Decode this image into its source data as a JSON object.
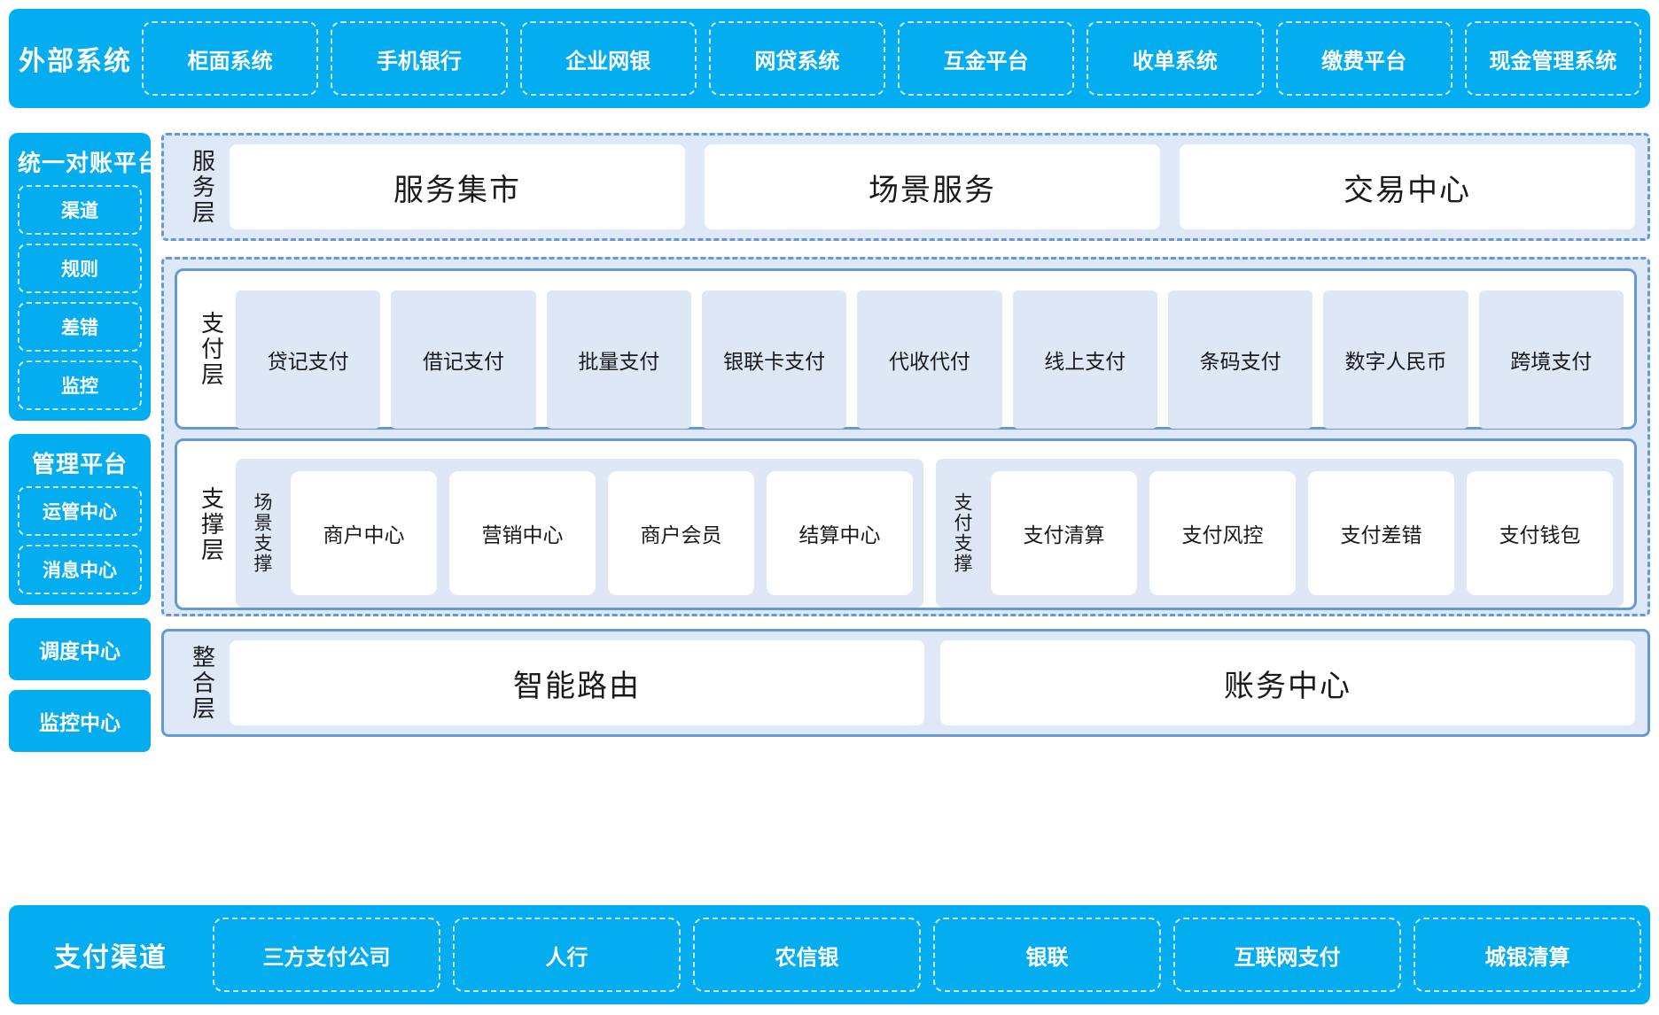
{
  "external_systems": {
    "title": "外部系统",
    "items": [
      "柜面系统",
      "手机银行",
      "企业网银",
      "网贷系统",
      "互金平台",
      "收单系统",
      "缴费平台",
      "现金管理系统"
    ]
  },
  "rail": {
    "reconciliation": {
      "title": "统一对账平台",
      "items": [
        "渠道",
        "规则",
        "差错",
        "监控"
      ]
    },
    "management": {
      "title": "管理平台",
      "items": [
        "运管中心",
        "消息中心"
      ]
    },
    "standalone": [
      "调度中心",
      "监控中心"
    ]
  },
  "service_layer": {
    "label": "服务层",
    "items": [
      "服务集市",
      "场景服务",
      "交易中心"
    ]
  },
  "payment_layer": {
    "label": "支付层",
    "items": [
      "贷记支付",
      "借记支付",
      "批量支付",
      "银联卡支付",
      "代收代付",
      "线上支付",
      "条码支付",
      "数字人民币",
      "跨境支付"
    ]
  },
  "support_layer": {
    "label": "支撑层",
    "groups": [
      {
        "label": "场景支撑",
        "items": [
          "商户中心",
          "营销中心",
          "商户会员",
          "结算中心"
        ]
      },
      {
        "label": "支付支撑",
        "items": [
          "支付清算",
          "支付风控",
          "支付差错",
          "支付钱包"
        ]
      }
    ]
  },
  "integration_layer": {
    "label": "整合层",
    "items": [
      "智能路由",
      "账务中心"
    ]
  },
  "payment_channels": {
    "title": "支付渠道",
    "items": [
      "三方支付公司",
      "人行",
      "农信银",
      "银联",
      "互联网支付",
      "城银清算"
    ]
  },
  "colors": {
    "brand_cyan": "#03ADF0",
    "panel_blue": "#DFE8F7",
    "border_blue": "#6699D8",
    "tile_blue": "#DEE7F5",
    "white": "#FFFFFF"
  }
}
